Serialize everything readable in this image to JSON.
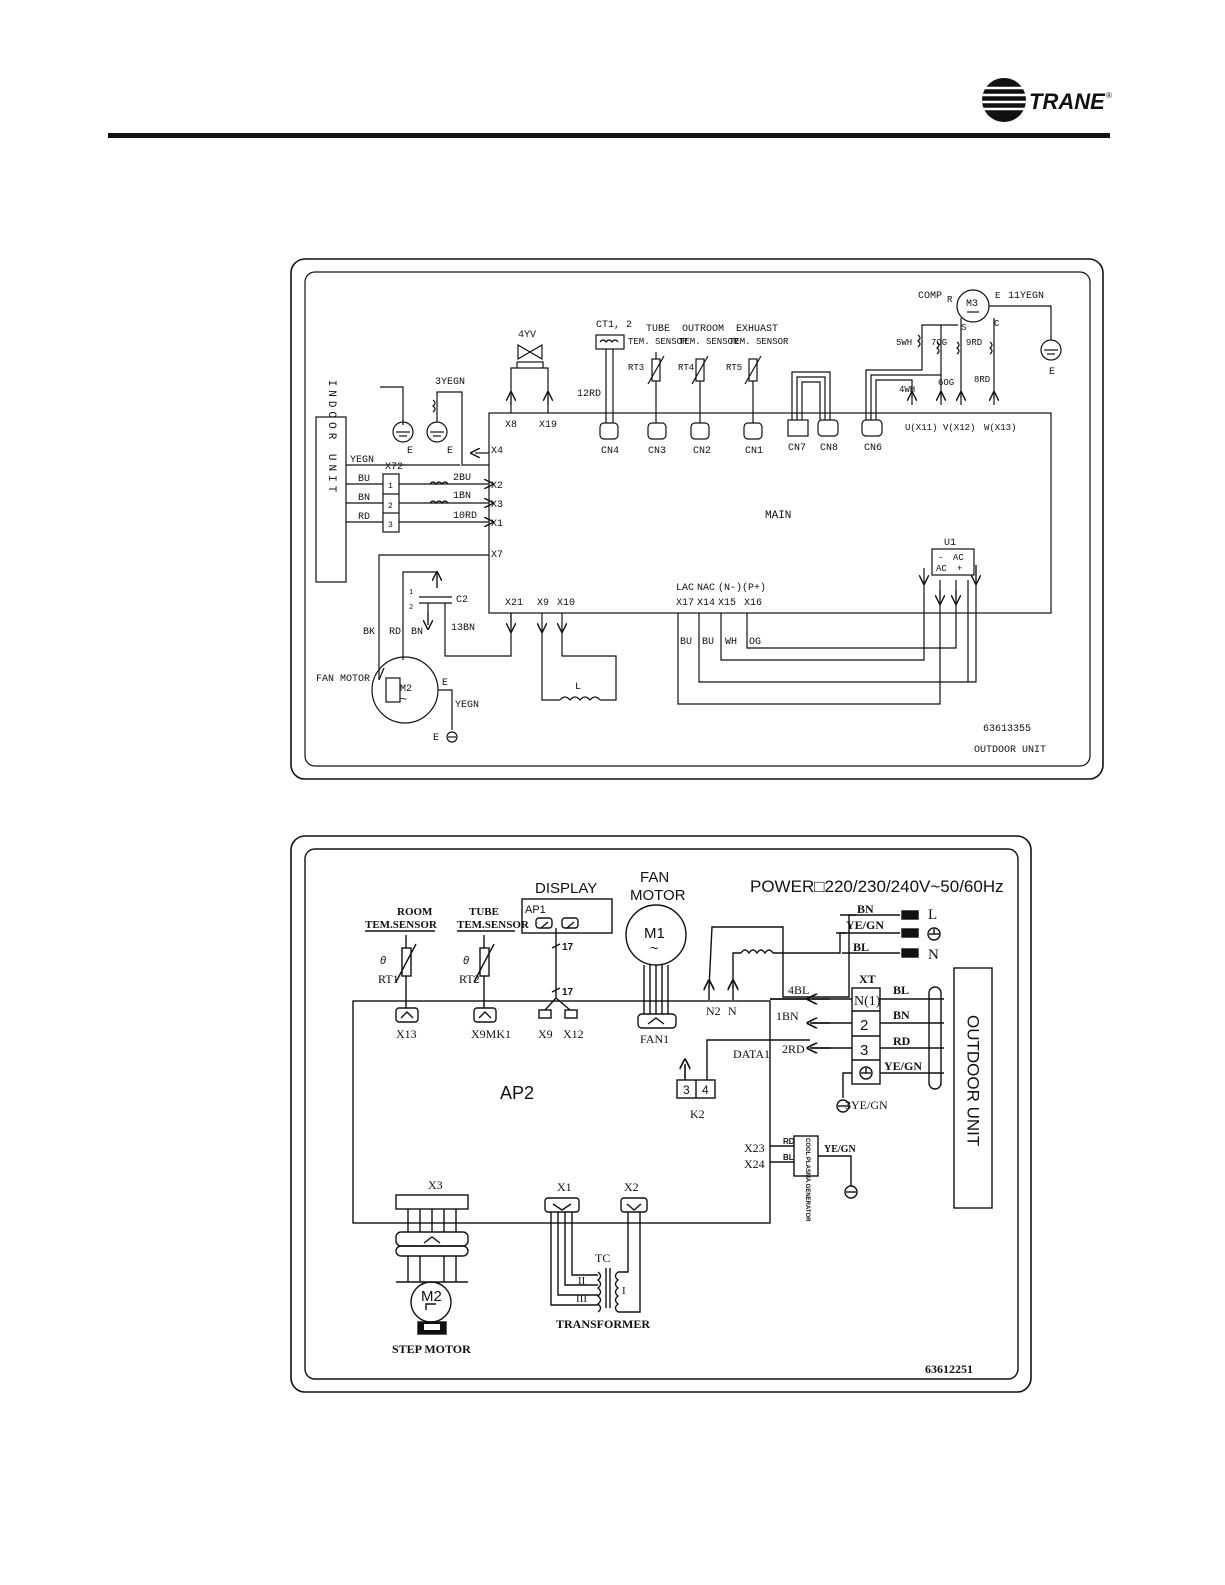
{
  "brand": {
    "name": "TRANE",
    "mark": "®"
  },
  "outdoor": {
    "indoor_unit_label": "INDOOR UNIT",
    "main_label": "MAIN",
    "x72": "X72",
    "x72_pins": [
      "1",
      "2",
      "3"
    ],
    "wires_left": [
      "YEGN",
      "BU",
      "BN",
      "RD"
    ],
    "wire_2bu": "2BU",
    "wire_1bn": "1BN",
    "wire_10rd": "10RD",
    "yegn3": "3YEGN",
    "x4": "X4",
    "x2": "X2",
    "x3": "X3",
    "x1": "X1",
    "x7": "X7",
    "x8": "X8",
    "x19": "X19",
    "fourwv": "4YV",
    "ct": "CT1, 2",
    "wire_12rd": "12RD",
    "cn4": "CN4",
    "tube": "TUBE",
    "tube_sensor": "TEM. SENSOR",
    "rt3": "RT3",
    "cn3": "CN3",
    "outroom": "OUTROOM",
    "outroom_sensor": "TEM. SENSOR",
    "rt4": "RT4",
    "cn2": "CN2",
    "exhuast": "EXHUAST",
    "exhuast_sensor": "TEM. SENSOR",
    "rt5": "RT5",
    "cn1": "CN1",
    "cn7": "CN7",
    "cn8": "CN8",
    "cn6": "CN6",
    "comp": "COMP",
    "m3": "M3",
    "r": "R",
    "s": "S",
    "c": "C",
    "e": "E",
    "yegn11": "11YEGN",
    "wh5": "5WH",
    "og7": "7OG",
    "rd9": "9RD",
    "wh4": "4WH",
    "og6": "6OG",
    "rd8": "8RD",
    "u": "U(X11)",
    "v": "V(X12)",
    "w": "W(X13)",
    "u1": "U1",
    "u1_minus": "-",
    "u1_ac1": "AC",
    "u1_ac2": "AC",
    "u1_plus": "+",
    "lac": "LAC",
    "nac": "NAC",
    "nminus": "(N-)",
    "pplus": "(P+)",
    "x17": "X17",
    "x14": "X14",
    "x15": "X15",
    "x16": "X16",
    "bu1": "BU",
    "bu2": "BU",
    "wh": "WH",
    "og": "OG",
    "x21": "X21",
    "x9": "X9",
    "x10": "X10",
    "l": "L",
    "c2": "C2",
    "pin1": "1",
    "pin2": "2",
    "wire_13bn": "13BN",
    "bk": "BK",
    "rd": "RD",
    "bn": "BN",
    "fan_motor": "FAN MOTOR",
    "m2": "M2",
    "yegn": "YEGN",
    "code": "63613355",
    "unit": "OUTDOOR UNIT"
  },
  "indoor": {
    "room": "ROOM",
    "room_sensor": "TEM.SENSOR",
    "rt1": "RT1",
    "x13": "X13",
    "tube": "TUBE",
    "tube_sensor": "TEM.SENSOR",
    "rt2": "RT2",
    "x9mk1": "X9MK1",
    "display": "DISPLAY",
    "ap1": "AP1",
    "n17a": "17",
    "n17b": "17",
    "x9": "X9",
    "x12": "X12",
    "fan": "FAN",
    "motor": "MOTOR",
    "m1": "M1",
    "tilde": "~",
    "fan1": "FAN1",
    "power": "POWER□220/230/240V~50/60Hz",
    "bn": "BN",
    "yegn": "YE/GN",
    "bl": "BL",
    "lL": "L",
    "lN": "N",
    "n2": "N2",
    "n": "N",
    "bl4": "4BL",
    "bn1": "1BN",
    "rd2": "2RD",
    "data1": "DATA1",
    "xt": "XT",
    "xt_n1": "N(1)",
    "xt_2": "2",
    "xt_3": "3",
    "out_bl": "BL",
    "out_bn": "BN",
    "out_rd": "RD",
    "out_yegn": "YE/GN",
    "yegn3": "3YE/GN",
    "k2": "K2",
    "k2_3": "3",
    "k2_4": "4",
    "ap2": "AP2",
    "x23": "X23",
    "x24": "X24",
    "x23_rd": "RD",
    "x24_bl": "BL",
    "plasma": "COOL PLASMA GENERATOR",
    "plasma_yegn": "YE/GN",
    "outdoor_unit": "OUTDOOR UNIT",
    "x3": "X3",
    "m2": "M2",
    "step_motor": "STEP MOTOR",
    "x1": "X1",
    "x2": "X2",
    "tc": "TC",
    "ii": "II",
    "iii": "III",
    "i": "I",
    "transformer": "TRANSFORMER",
    "code": "63612251"
  }
}
